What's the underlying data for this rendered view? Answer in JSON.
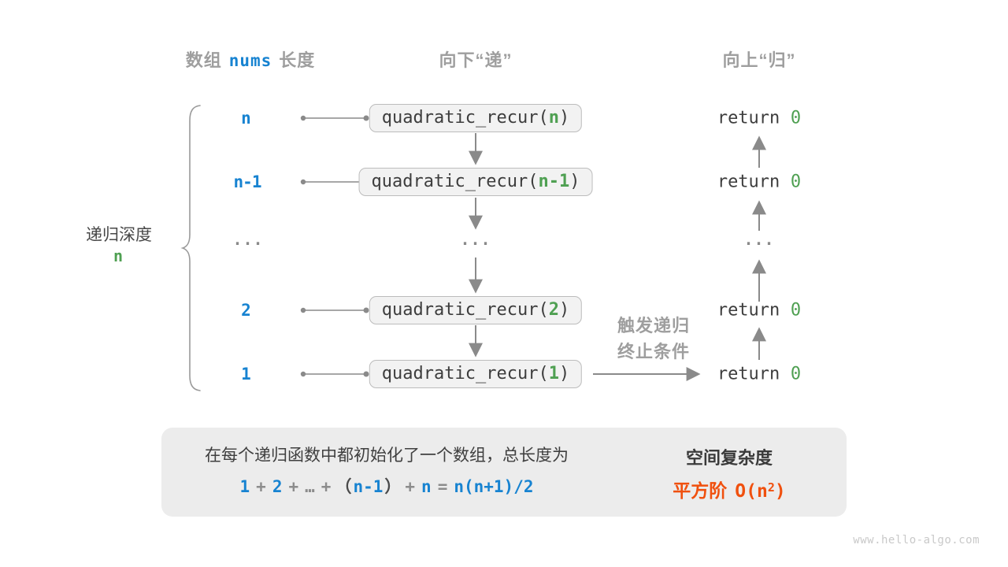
{
  "diagram": {
    "columns": {
      "left_header": {
        "pre": "数组",
        "code": "nums",
        "post": "长度"
      },
      "middle_header": "向下“递”",
      "right_header": "向上“归”"
    },
    "depth_brace": {
      "label": "递归深度",
      "value": "n"
    },
    "call": {
      "pre": "quadratic_recur(",
      "post": ")"
    },
    "ret": {
      "keyword": "return",
      "value": "0"
    },
    "rows": [
      {
        "length": "n",
        "arg": "n"
      },
      {
        "length": "n-1",
        "arg": "n-1"
      },
      {
        "ellipsis": "..."
      },
      {
        "length": "2",
        "arg": "2"
      },
      {
        "length": "1",
        "arg": "1"
      }
    ],
    "ellipsis": "...",
    "trigger_note": {
      "line1": "触发递归",
      "line2": "终止条件"
    }
  },
  "summary": {
    "description": "在每个递归函数中都初始化了一个数组，总长度为",
    "formula": [
      "1",
      "+",
      "2",
      "+",
      "…",
      "+",
      "（",
      "n-1",
      "）",
      "+",
      "n",
      "=",
      "n(n+1)/2"
    ],
    "complexity_title": "空间复杂度",
    "complexity": {
      "prefix": "平方阶",
      "o_pre": "O(n",
      "sup": "2",
      "o_post": ")"
    }
  },
  "watermark": "www.hello-algo.com",
  "colors": {
    "blue": "#1783d1",
    "green": "#4fa052",
    "orange": "#f0500e",
    "heading_gray": "#9e9e9e",
    "dark": "#3d3d3d",
    "arrow": "#8a8a8a",
    "box_bg": "#f2f2f2",
    "box_border": "#bcbcbc",
    "panel_bg": "#ececec"
  }
}
